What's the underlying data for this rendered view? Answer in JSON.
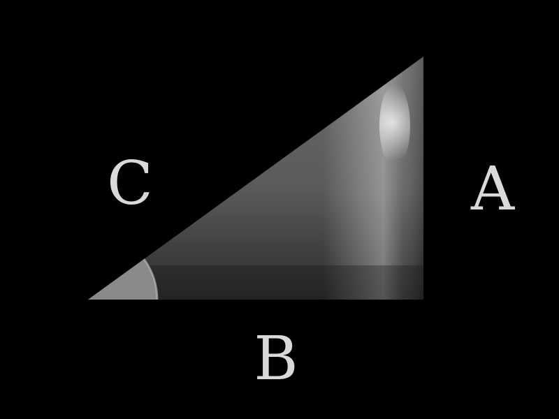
{
  "diagram": {
    "kind": "right-triangle",
    "labels": {
      "hypotenuse": "C",
      "vertical": "A",
      "base": "B"
    },
    "colors": {
      "background": "#000000",
      "label": "#d9d9d9",
      "triangle_light": "#8c8c8c",
      "triangle_dark": "#2a2a2a",
      "angle_marker": "#8a8a8a"
    }
  }
}
